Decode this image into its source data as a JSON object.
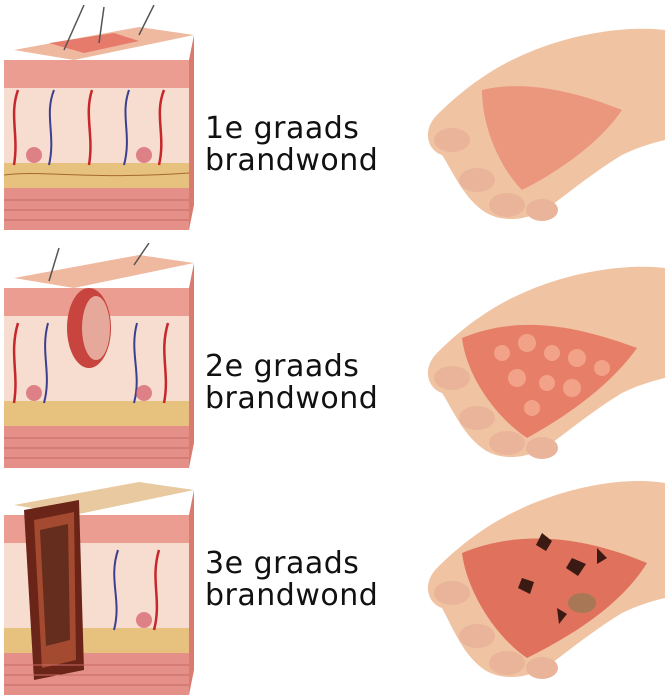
{
  "burns": [
    {
      "degree_line": "1e graads",
      "type_line": "brandwond",
      "level": 1
    },
    {
      "degree_line": "2e graads",
      "type_line": "brandwond",
      "level": 2
    },
    {
      "degree_line": "3e graads",
      "type_line": "brandwond",
      "level": 3
    }
  ],
  "colors": {
    "skin_surface": "#f1c9a8",
    "epidermis": "#e79a8a",
    "dermis": "#f4dccb",
    "fat": "#e8c98a",
    "muscle": "#e48d88",
    "vessel_red": "#c7262a",
    "vessel_blue": "#3c3f8f",
    "hand_skin": "#f0c3a2",
    "burn_red": "#e2594a",
    "char": "#3a1a12"
  }
}
